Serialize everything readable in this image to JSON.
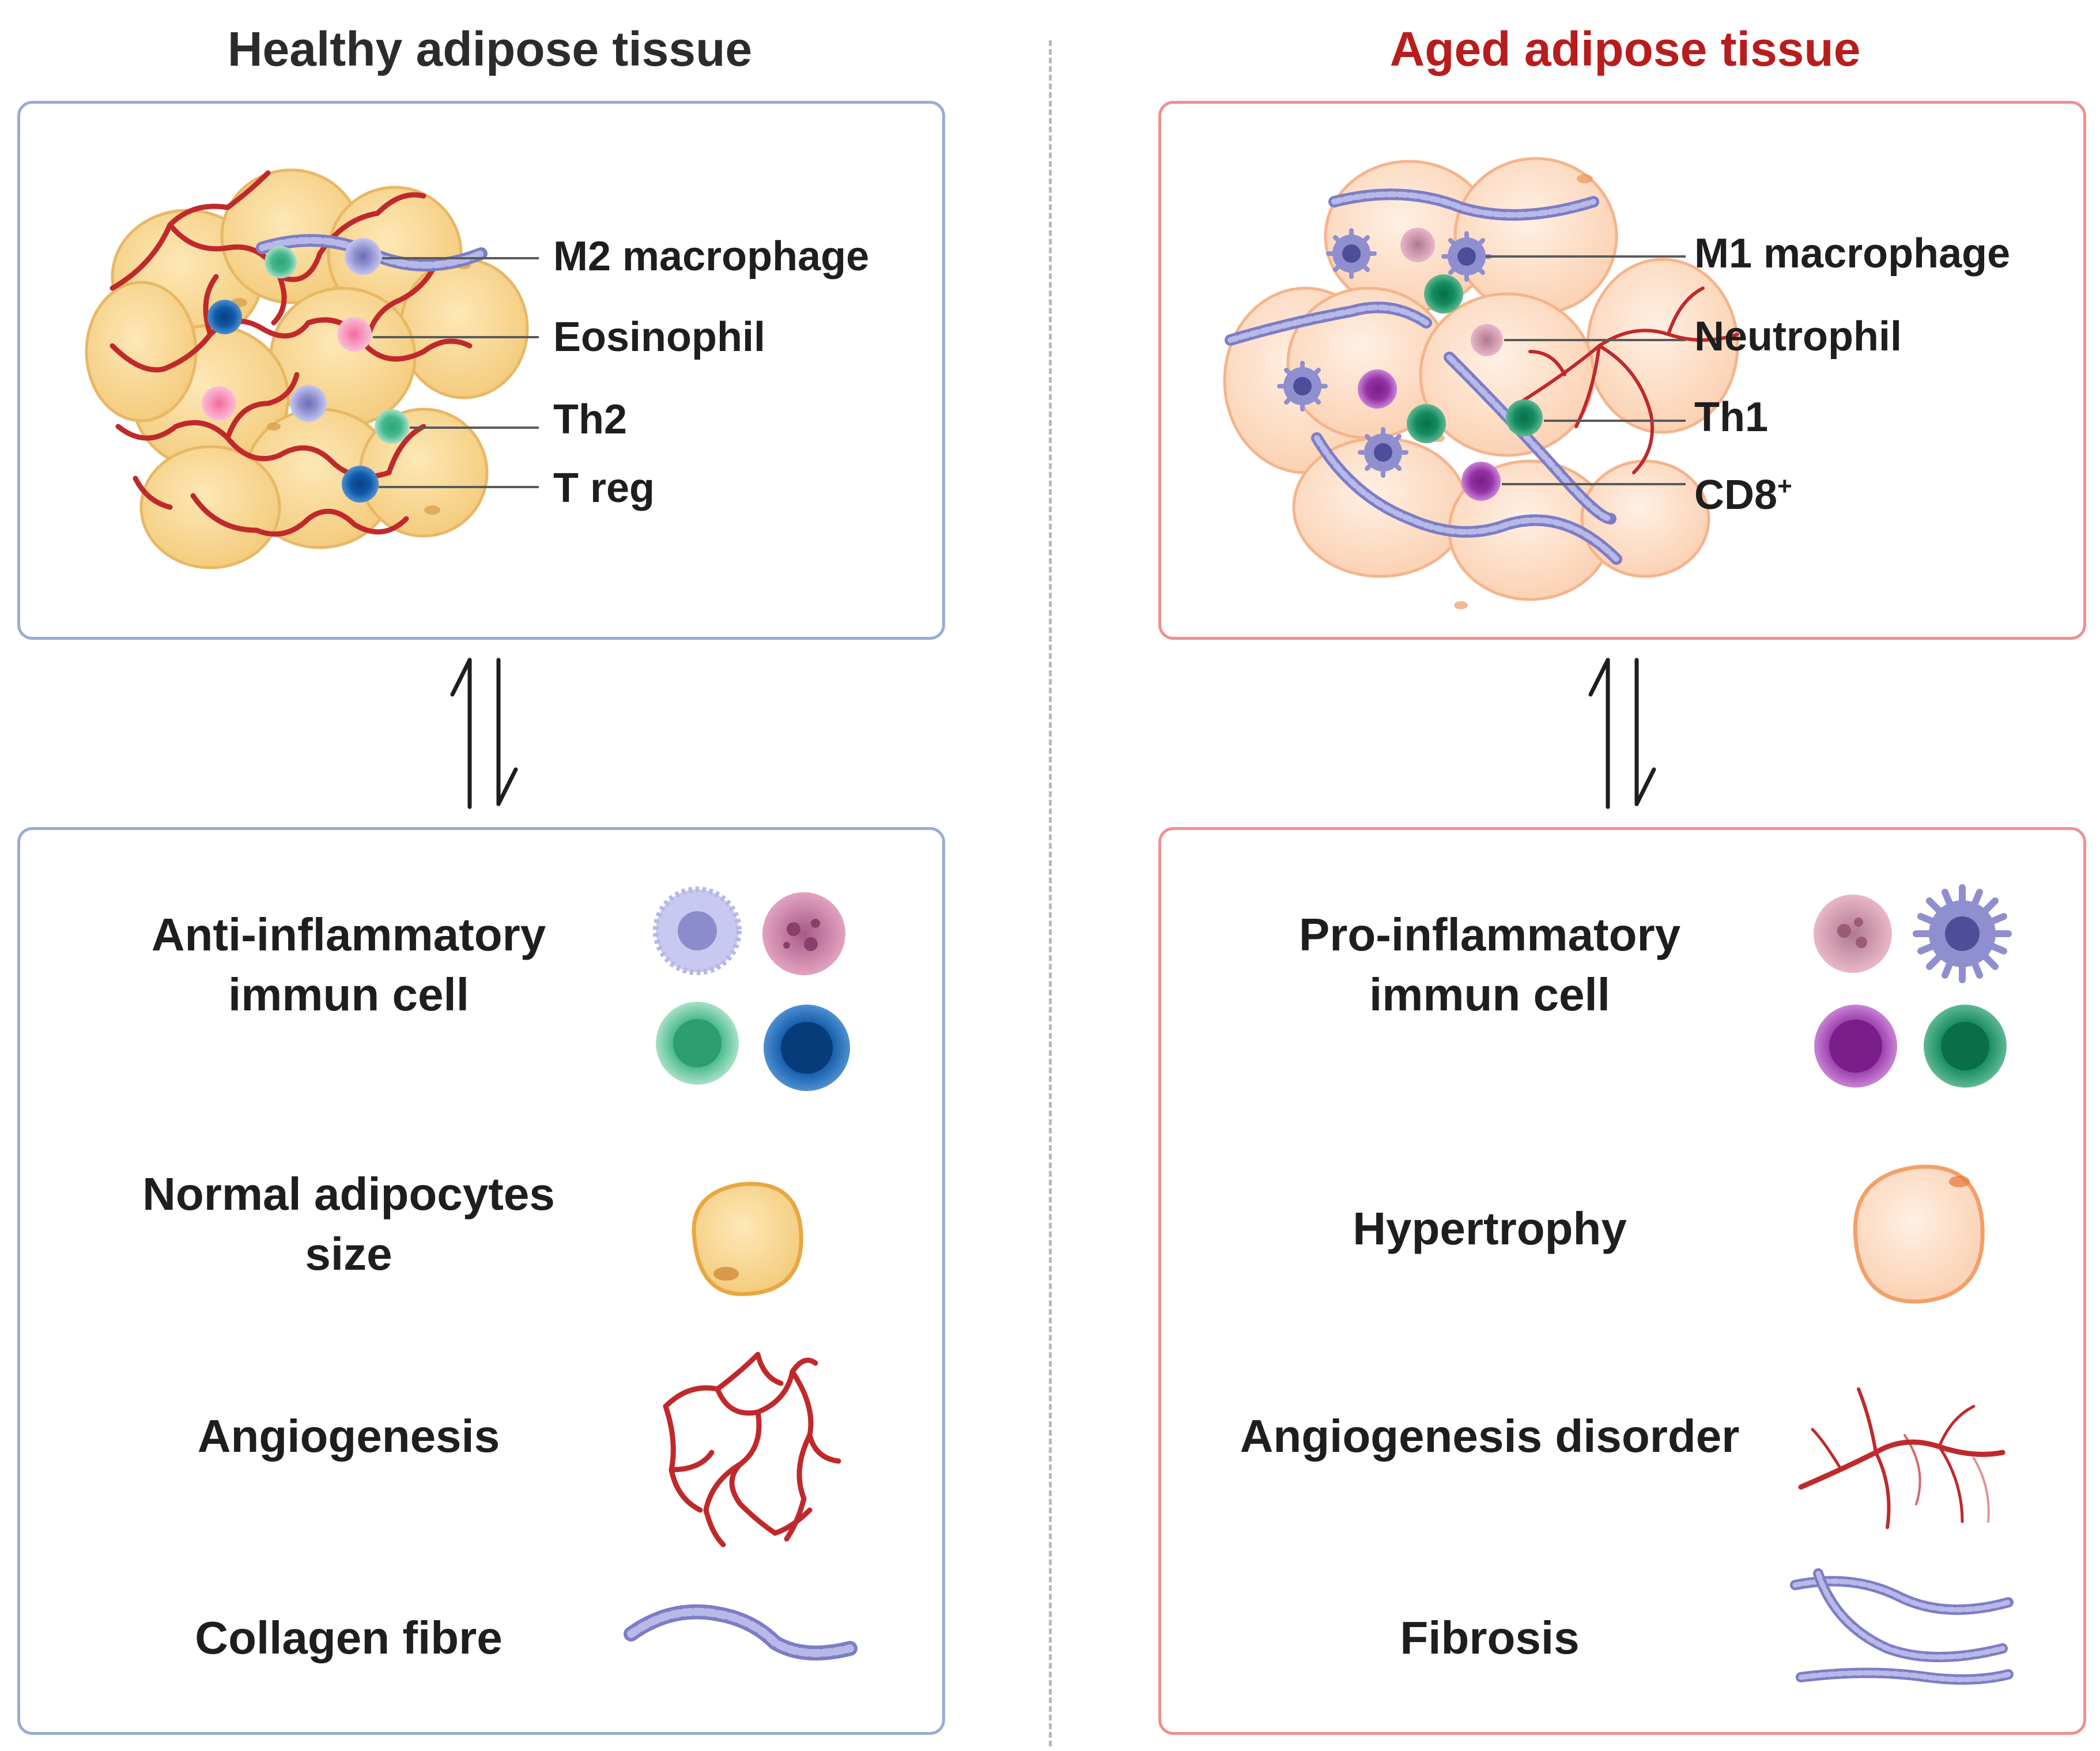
{
  "colors": {
    "healthy_title": "#2b2b2b",
    "aged_title": "#b81d1d",
    "healthy_border": "#98acd6",
    "aged_border": "#f08f8f",
    "vessel": "#c0292b",
    "adipocyte_healthy": "#fbe0a6",
    "adipocyte_aged": "#fde0cc"
  },
  "healthy": {
    "title": "Healthy adipose tissue",
    "cell_labels": [
      "M2 macrophage",
      "Eosinophil",
      "Th2",
      "T reg"
    ],
    "features": [
      {
        "text": "Anti-inflammatory\nimmun cell",
        "icon": "immune-cells-icon"
      },
      {
        "text": "Normal adipocytes\nsize",
        "icon": "adipocyte-icon"
      },
      {
        "text": "Angiogenesis",
        "icon": "vessel-network-icon"
      },
      {
        "text": "Collagen fibre",
        "icon": "collagen-fibre-icon"
      }
    ]
  },
  "aged": {
    "title": "Aged adipose tissue",
    "cell_labels": [
      "M1 macrophage",
      "Neutrophil",
      "Th1",
      "CD8"
    ],
    "cd8_superscript": "+",
    "features": [
      {
        "text": "Pro-inflammatory\nimmun cell",
        "icon": "immune-cells-icon"
      },
      {
        "text": "Hypertrophy",
        "icon": "adipocyte-icon"
      },
      {
        "text": "Angiogenesis disorder",
        "icon": "disordered-vessel-icon"
      },
      {
        "text": "Fibrosis",
        "icon": "fibrosis-icon"
      }
    ]
  },
  "equilibrium_symbol": "⇌"
}
